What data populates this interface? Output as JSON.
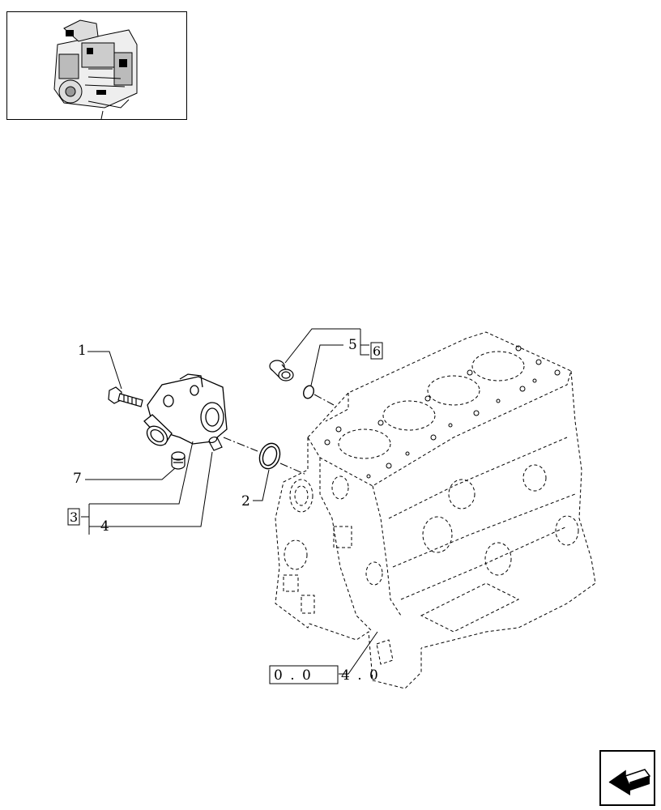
{
  "callouts": {
    "c1": "1",
    "c2": "2",
    "c3": "3",
    "c4": "4",
    "c5": "5",
    "c6": "6",
    "c7": "7"
  },
  "reference": {
    "boxed": "0 . 0",
    "rest": "4 . 0"
  },
  "thumbnail_icon": "engine-assembly-icon",
  "nav_icon": "previous-page-arrow-icon"
}
